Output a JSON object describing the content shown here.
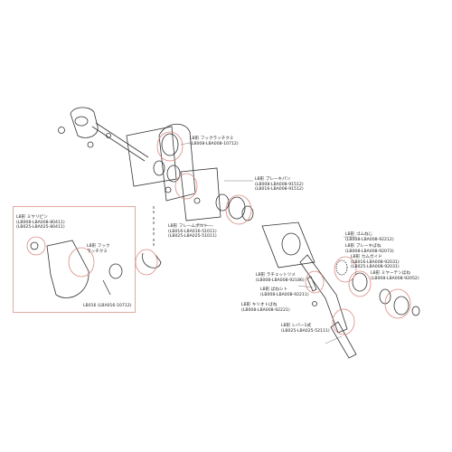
{
  "diagram": {
    "accent_color": "#d98c82",
    "line_color": "#333333",
    "callouts": [
      {
        "id": "hook-latch-1",
        "lines": [
          "LB形 フックラッチクミ",
          "(LB008-LBA008-10712)"
        ]
      },
      {
        "id": "brake-pan",
        "lines": [
          "LB形 ブレーキパン",
          "(LB008-LBA008-91512)",
          "(LB016-LBA008-91512)"
        ]
      },
      {
        "id": "frame",
        "lines": [
          "LB形 フレームボルト",
          "(LB016-LBA016-51011)",
          "(LB025-LBA025-51011)"
        ]
      },
      {
        "id": "inset-left",
        "lines": [
          "LB形 ミヤリピン",
          "(LB008-LBA008-80411)",
          "(LB025-LBA025-80411)"
        ]
      },
      {
        "id": "hook-latch-2",
        "lines": [
          "LB形 フック",
          "ラッチクミ"
        ]
      },
      {
        "id": "inset-bottom",
        "lines": [
          "LB016 (LBA016-10712)"
        ]
      },
      {
        "id": "nut",
        "lines": [
          "LB形 ゴムねじ",
          "(LB008-LBA008-92212)"
        ]
      },
      {
        "id": "brake-spring",
        "lines": [
          "LB形 ブレーキばね",
          "(LB008-LBA008-92073)"
        ]
      },
      {
        "id": "cam-guide",
        "lines": [
          "LB形 カムガイド",
          "(LB016-LBA008-92031)",
          "(LB025-LBA008-92031)"
        ]
      },
      {
        "id": "ratchet-pawl",
        "lines": [
          "LB形 ラチェットツメ",
          "(LB008-LBA008-92186)"
        ]
      },
      {
        "id": "bearing",
        "lines": [
          "LB形 ミヤーテンばね",
          "(LB008-LBA008-92052)"
        ]
      },
      {
        "id": "pawl-spring",
        "lines": [
          "LB形 ばねシト",
          "(LB008-LBA008-92211)"
        ]
      },
      {
        "id": "pawl-spring-2",
        "lines": [
          "LB形 キリオトばね",
          "(LB008-LBA008-92221)"
        ]
      },
      {
        "id": "lever",
        "lines": [
          "LB形 レバー1式",
          "(LB025-LBA025-52111)"
        ]
      }
    ]
  }
}
